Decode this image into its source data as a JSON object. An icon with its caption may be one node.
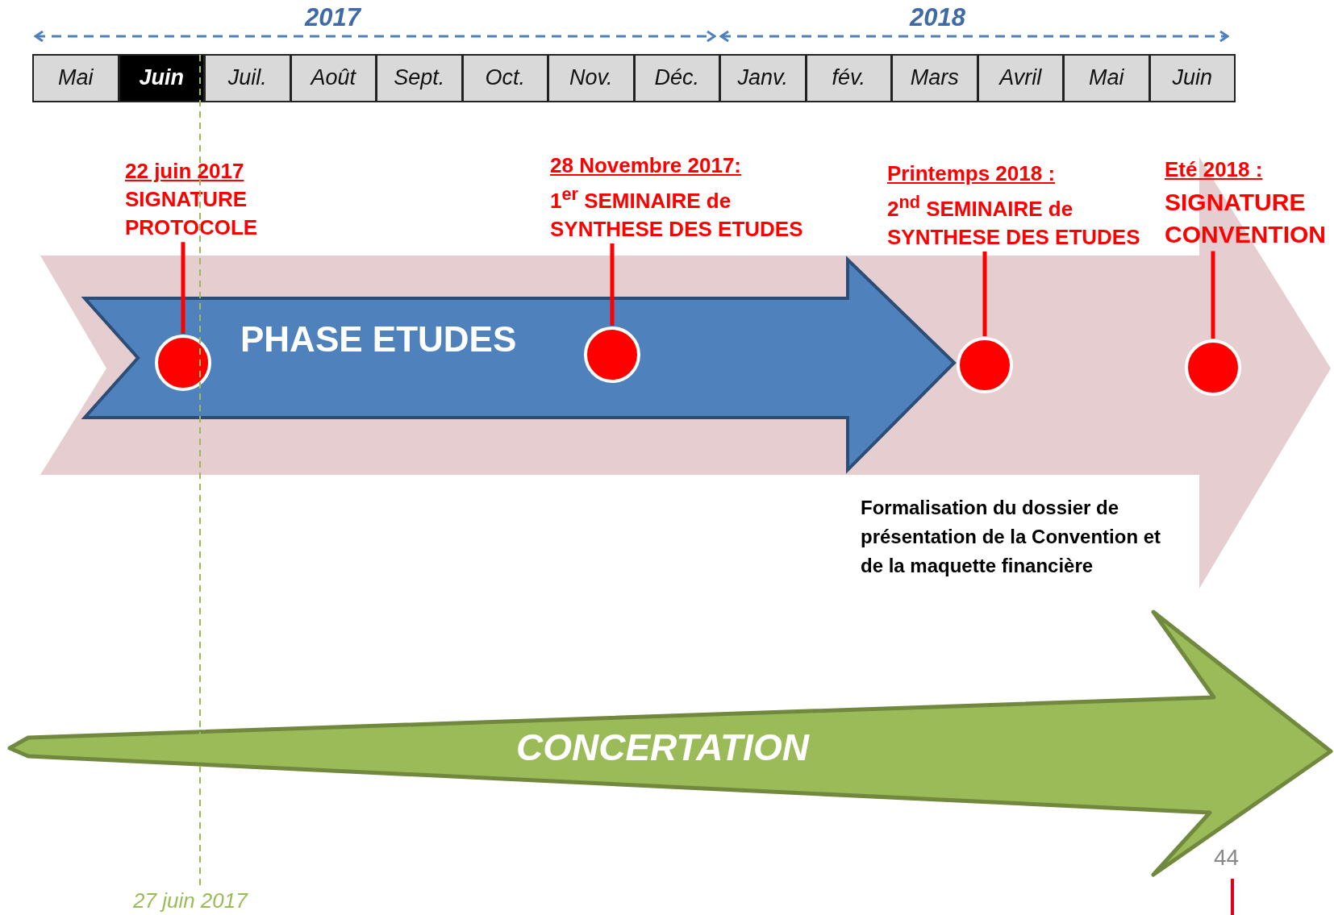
{
  "diagram": {
    "nodes": [
      {
        "text": [],
        "shape": "arrow"
      },
      {
        "text": [
          "PHASE ETUDES"
        ],
        "in": 0
      },
      {
        "text": [],
        "shape": "circle",
        "in": 1
      },
      {
        "text": [],
        "shape": "circle",
        "in": 1
      },
      {
        "text": [],
        "shape": "circle",
        "in": 0
      },
      {
        "text": [],
        "shape": "circle",
        "in": 0
      },
      {
        "text": [
          "22 juin 2017",
          "SIGNATURE PROTOCOLE"
        ]
      },
      {
        "text": [
          "28 Novembre 2017:",
          "1$^{er}$ SEMINAIRE de SYNTHESE DES ETUDES"
        ]
      },
      {
        "text": [
          "Printemps 2018 :",
          "2$^{nd}$ SEMINAIRE de SYNTHESE DES ETUDES"
        ]
      },
      {
        "text": [
          "Eté 2018 :",
          "SIGNATURE CONVENTION"
        ]
      },
      {
        "text": [
          "CONCERTATION"
        ]
      }
    ],
    "edges": [
      {
        "from": 6,
        "to": 2,
        "arrow": "none"
      },
      {
        "from": 7,
        "to": 3,
        "arrow": "none"
      },
      {
        "from": 8,
        "to": 4,
        "arrow": "none"
      },
      {
        "from": 9,
        "to": 5,
        "arrow": "none"
      }
    ],
    "labels": [
      "2017",
      "2018",
      "Mai",
      "Juin",
      "Juil.",
      "Août",
      "Sept.",
      "Oct.",
      "Nov.",
      "Déc.",
      "Janv.",
      "fév.",
      "Mars",
      "Avril",
      "Mai",
      "Juin",
      "Formalisation du dossier de présentation de la Convention et de la maquette financière",
      "27 juin 2017",
      "44"
    ]
  }
}
